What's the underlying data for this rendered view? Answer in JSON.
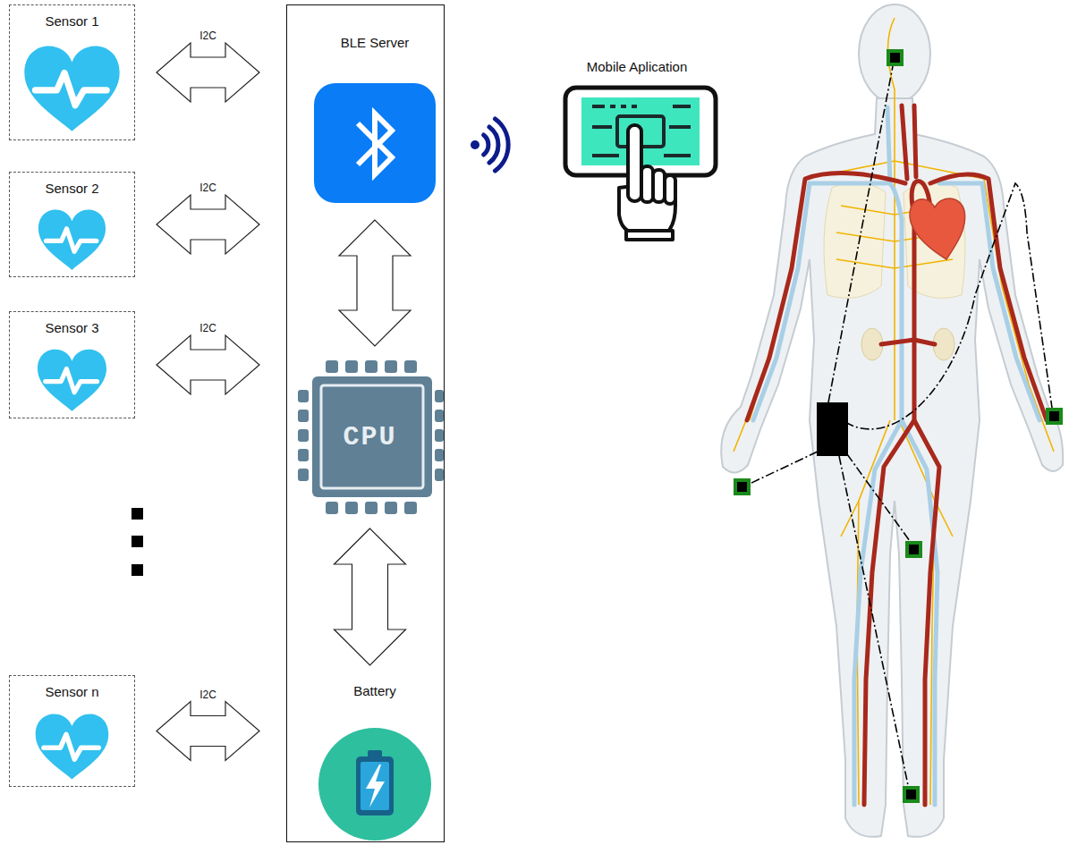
{
  "diagram": {
    "nodes": [
      {
        "text": [
          "Sensor 1"
        ]
      },
      {
        "text": [
          "Sensor 2"
        ]
      },
      {
        "text": [
          "Sensor 3"
        ]
      },
      {
        "text": [
          "Sensor n"
        ]
      },
      {
        "text": []
      },
      {
        "text": [
          "BLE Server"
        ],
        "in": 4
      },
      {
        "text": [
          "CPU"
        ],
        "in": 4
      },
      {
        "text": [
          "Battery"
        ],
        "in": 4
      },
      {
        "text": [
          "Mobile Aplication"
        ]
      }
    ],
    "edges": [
      {
        "from": 0,
        "to": 4,
        "label": "I2C",
        "arrow": "both"
      },
      {
        "from": 1,
        "to": 4,
        "label": "I2C",
        "arrow": "both"
      },
      {
        "from": 2,
        "to": 4,
        "label": "I2C",
        "arrow": "both"
      },
      {
        "from": 3,
        "to": 4,
        "label": "I2C",
        "arrow": "both"
      },
      {
        "from": 5,
        "to": 6,
        "arrow": "both"
      },
      {
        "from": 6,
        "to": 7,
        "arrow": "both"
      }
    ]
  }
}
